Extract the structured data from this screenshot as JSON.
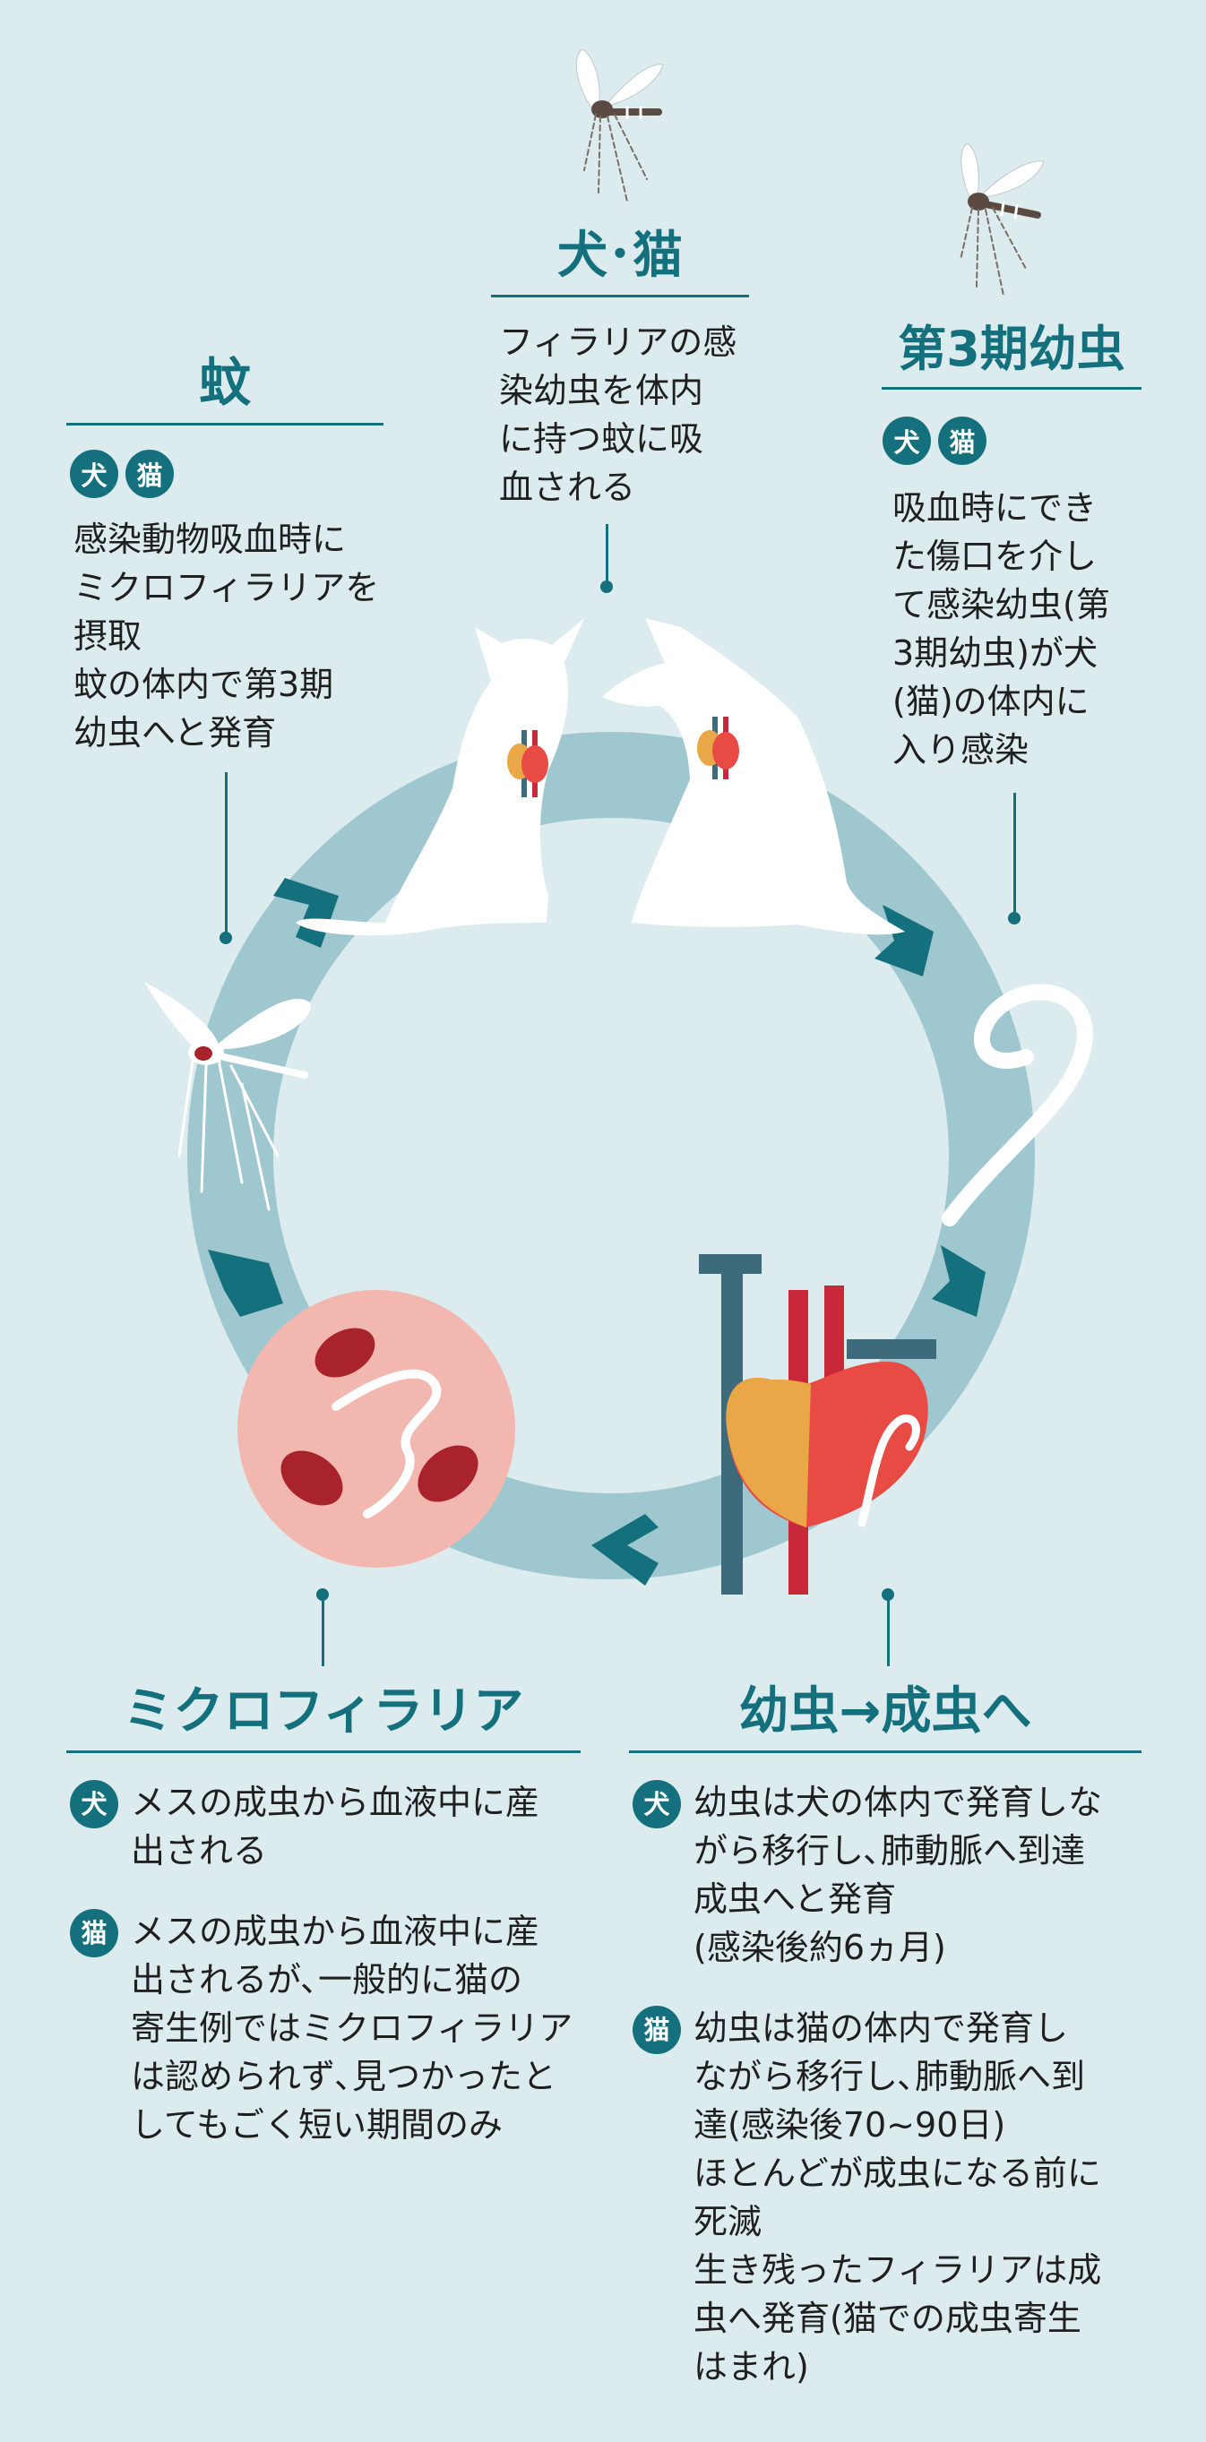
{
  "colors": {
    "background": "#dcebee",
    "accent": "#14707d",
    "ring": "#9ec7cf",
    "blood_cell_bg": "#f2b8b0",
    "blood_cell": "#a8232c",
    "heart_red": "#e84b43",
    "heart_orange": "#eaa747",
    "vein_blue": "#3e6b7c"
  },
  "badges": {
    "dog": "犬",
    "cat": "猫"
  },
  "sections": {
    "dog_cat": {
      "title": "犬･猫",
      "lines": [
        "フィラリアの感",
        "染幼虫を体内",
        "に持つ蚊に吸",
        "血される"
      ]
    },
    "mosquito": {
      "title": "蚊",
      "lines": [
        "感染動物吸血時に",
        "ミクロフィラリアを",
        "摂取",
        "蚊の体内で第3期",
        "幼虫へと発育"
      ]
    },
    "l3_larva": {
      "title": "第3期幼虫",
      "lines": [
        "吸血時にでき",
        "た傷口を介し",
        "て感染幼虫(第",
        "3期幼虫)が犬",
        "(猫)の体内に",
        "入り感染"
      ]
    },
    "microfilaria": {
      "title": "ミクロフィラリア",
      "dog_lines": [
        "メスの成虫から血液中に産",
        "出される"
      ],
      "cat_lines": [
        "メスの成虫から血液中に産",
        "出されるが､一般的に猫の",
        "寄生例ではミクロフィラリア",
        "は認められず､見つかったと",
        "してもごく短い期間のみ"
      ]
    },
    "larva_to_adult": {
      "title": "幼虫→成虫へ",
      "dog_lines": [
        "幼虫は犬の体内で発育しな",
        "がら移行し､肺動脈へ到達",
        "成虫へと発育",
        "(感染後約6ヵ月)"
      ],
      "cat_lines": [
        "幼虫は猫の体内で発育し",
        "ながら移行し､肺動脈へ到",
        "達(感染後70~90日)",
        "ほとんどが成虫になる前に",
        "死滅",
        "生き残ったフィラリアは成",
        "虫へ発育(猫での成虫寄生",
        "はまれ)"
      ]
    }
  },
  "icons": [
    "mosquito-icon",
    "cat-icon",
    "dog-icon",
    "heart-icon",
    "worm-icon",
    "blood-cell-icon"
  ]
}
